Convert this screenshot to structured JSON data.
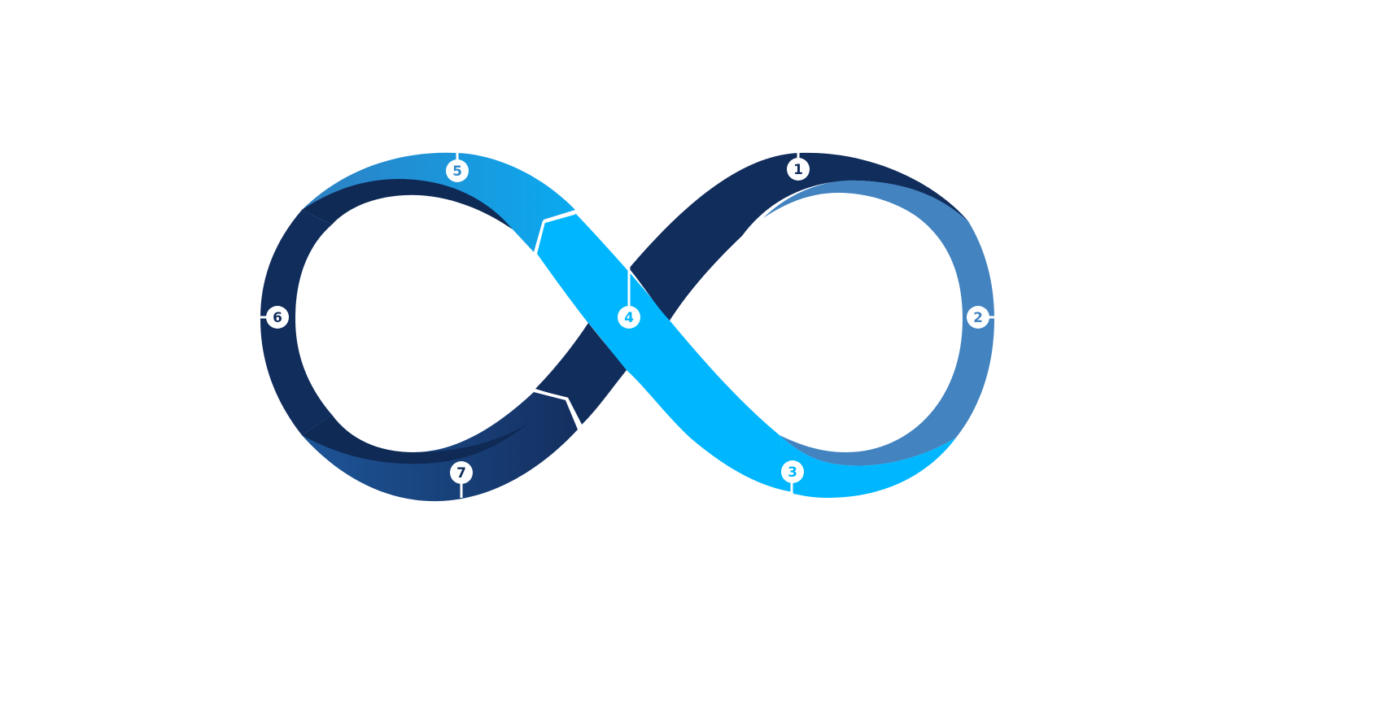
{
  "diagram": {
    "colors": {
      "navy": "#112d5c",
      "navy_dark": "#0f2a55",
      "steel_blue": "#4283c0",
      "sky_blue": "#00b6fe",
      "mid_blue": "#2b88cb",
      "royal_blue": "#1b4f8f",
      "white": "#ffffff"
    },
    "steps": [
      {
        "label": "1",
        "color": "#112d5c"
      },
      {
        "label": "2",
        "color": "#4283c0"
      },
      {
        "label": "3",
        "color": "#00b6fe"
      },
      {
        "label": "4",
        "color": "#00b6fe"
      },
      {
        "label": "5",
        "color": "#2b88cb"
      },
      {
        "label": "6",
        "color": "#112d5c"
      },
      {
        "label": "7",
        "color": "#112d5c"
      }
    ]
  }
}
